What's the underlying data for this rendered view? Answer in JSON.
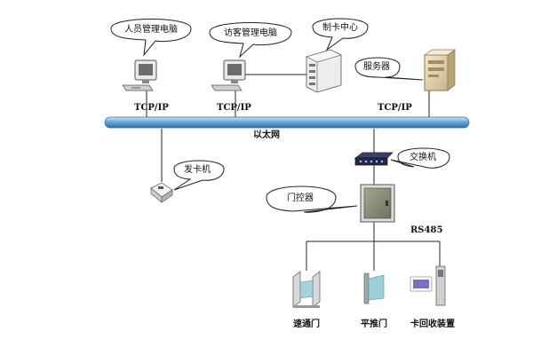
{
  "nodes": {
    "personnel_pc": "人员管理电脑",
    "visitor_pc": "访客管理电脑",
    "card_center": "制卡中心",
    "server": "服务器",
    "card_issuer": "发卡机",
    "switch": "交换机",
    "door_controller": "门控器",
    "passage_gate": "速通门",
    "swing_gate": "平推门",
    "card_recycler": "卡回收装置"
  },
  "network": {
    "ethernet": "以太网",
    "protocol_1": "TCP/IP",
    "protocol_2": "TCP/IP",
    "protocol_3": "TCP/IP",
    "bus_label": "RS485"
  },
  "colors": {
    "ethernet_bar": "#6aa6d8",
    "ethernet_bar_dark": "#2f6fa8",
    "line": "#222222",
    "controller_panel": "#8a8f7a",
    "server_body": "#e8d9b8",
    "gate_glass": "#9ccfd9",
    "recycler_screen": "#7b6fc2"
  }
}
